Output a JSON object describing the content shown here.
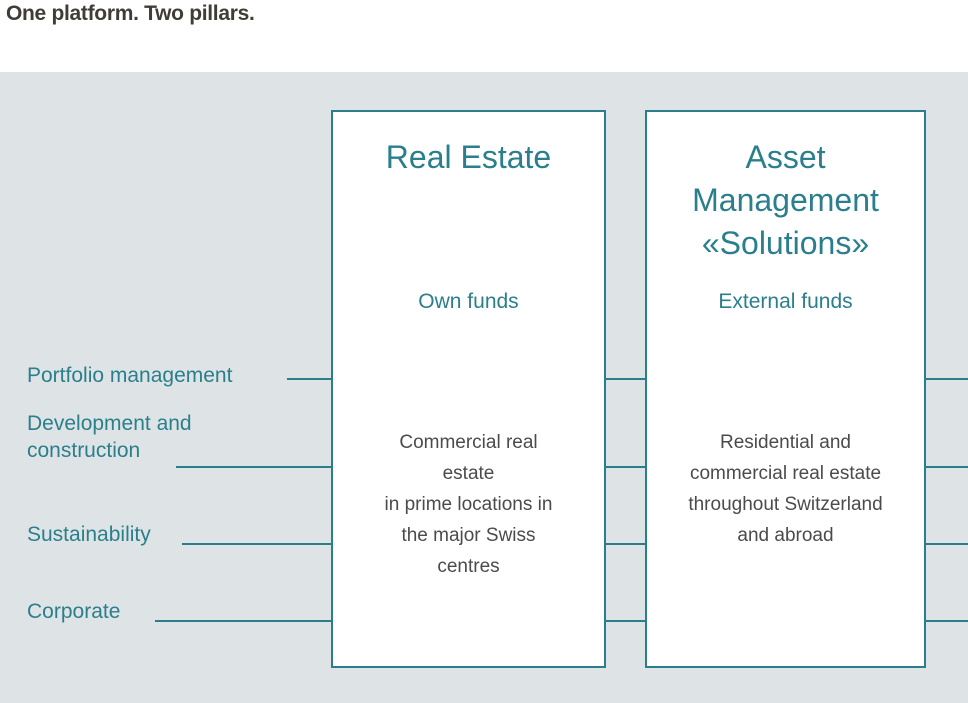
{
  "header": {
    "title": "One platform. Two pillars."
  },
  "colors": {
    "panel_background": "#dee4e6",
    "accent_teal": "#2b7f8c",
    "title_text": "#3f3d35",
    "body_text": "#4b4b4b",
    "box_fill": "#ffffff"
  },
  "categories": [
    {
      "label": "Portfolio management"
    },
    {
      "label": "Development and\nconstruction"
    },
    {
      "label": "Sustainability"
    },
    {
      "label": "Corporate"
    }
  ],
  "pillars": [
    {
      "id": "real-estate",
      "title": "Real Estate",
      "subtitle": "Own funds",
      "body": "Commercial real\nestate\nin prime locations in\nthe major Swiss\ncentres"
    },
    {
      "id": "asset-management",
      "title": "Asset\nManagement\n«Solutions»",
      "subtitle": "External funds",
      "body": "Residential and\ncommercial real estate\nthroughout Switzerland\nand abroad"
    }
  ]
}
